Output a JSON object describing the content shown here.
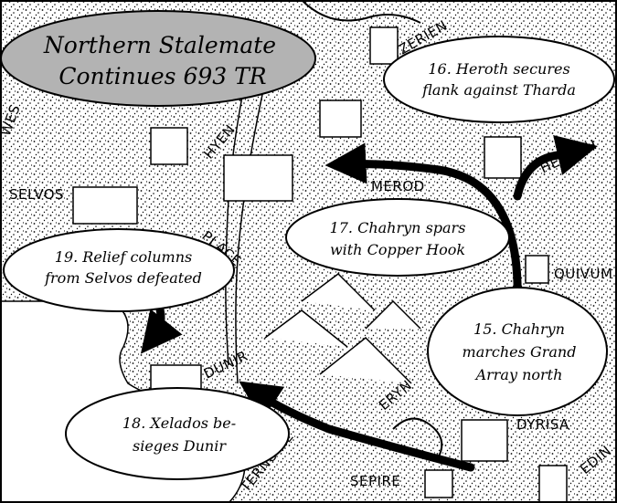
{
  "title": {
    "line1": "Northern Stalemate",
    "line2": "Continues 693 TR"
  },
  "events": [
    {
      "line1": "16. Heroth secures",
      "line2": "flank against Tharda"
    },
    {
      "line1": "17. Chahryn spars",
      "line2": "with Copper Hook"
    },
    {
      "line1": "19. Relief columns",
      "line2": "from Selvos defeated"
    },
    {
      "line1": "15. Chahryn",
      "line2": "marches Grand",
      "line3": "Array north"
    },
    {
      "line1": "18. Xelados be-",
      "line2": "sieges Dunir"
    }
  ],
  "places": {
    "selvos": "SELVOS",
    "dunir": "DUNIR",
    "eryn": "ERYN",
    "sepire": "SEPIRE",
    "dyrisa": "DYRISA",
    "quivum": "QUIVUM",
    "heroth": "HEROTH",
    "zerien": "ZERIEN",
    "place": "PLACE",
    "hyen": "HYEN",
    "wes": "WES",
    "ternu": "TERNU HE",
    "merrod": "MEROD",
    "edin": "EDIN"
  },
  "colors": {
    "title_fill": "#b3b3b3",
    "ink": "#000000",
    "paper": "#ffffff"
  }
}
